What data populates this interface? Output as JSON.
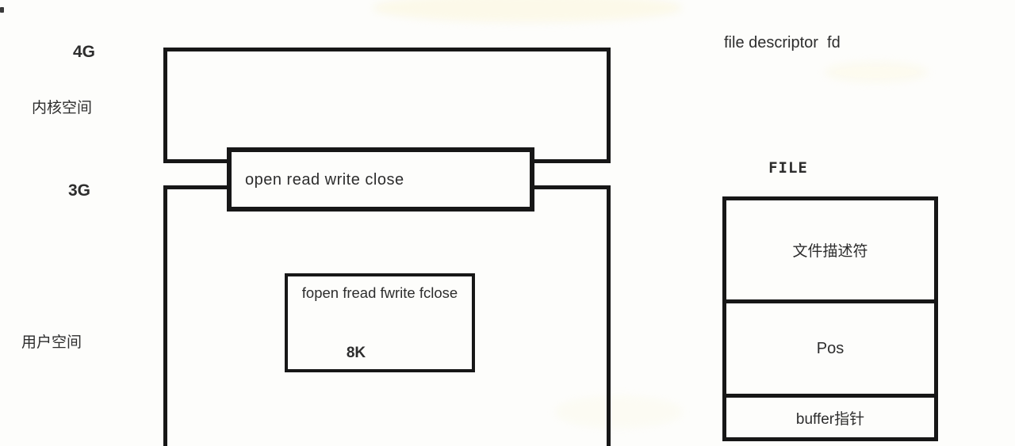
{
  "memory_diagram": {
    "boundary_top_label": "4G",
    "kernel_space_label": "内核空间",
    "boundary_mid_label": "3G",
    "user_space_label": "用户空间",
    "syscall_box_label": "open read write close",
    "stdio_box_label": "fopen fread fwrite fclose",
    "stdio_buffer_size": "8K"
  },
  "file_struct": {
    "annotation": "file descriptor  fd",
    "title": "FILE",
    "fields": [
      "文件描述符",
      "Pos",
      "buffer指针"
    ]
  },
  "colors": {
    "line": "#171717",
    "text": "#2d2d2d",
    "background": "#fdfdfb"
  }
}
